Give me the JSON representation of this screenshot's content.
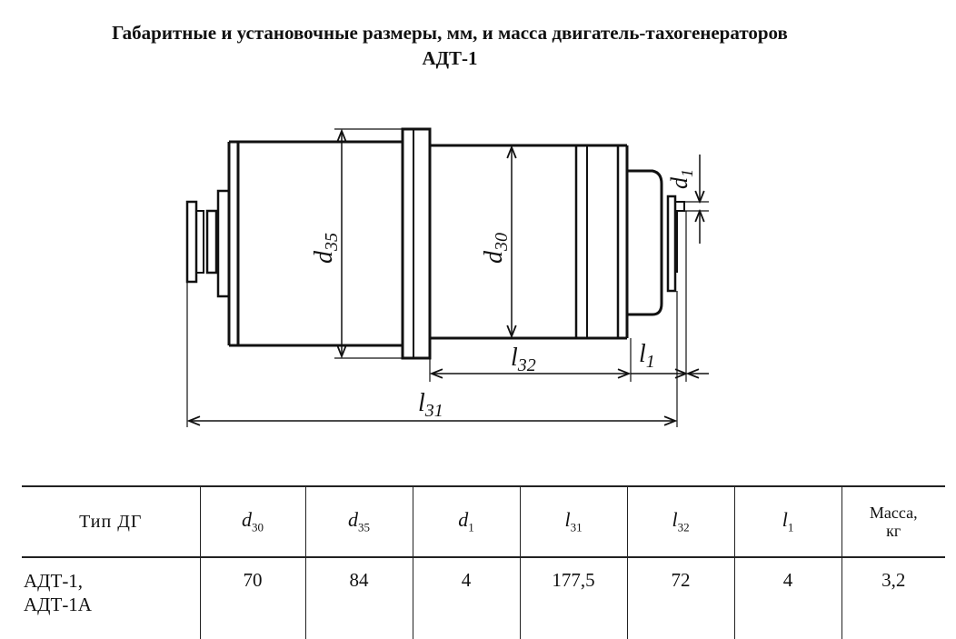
{
  "title": {
    "line1": "Габаритные и установочные размеры, мм, и масса двигатель-тахогенераторов",
    "line2": "АДТ-1"
  },
  "drawing": {
    "labels": {
      "d35": "d35",
      "d30": "d30",
      "d1": "d1",
      "l32": "l32",
      "l1": "l1",
      "l31": "l31"
    }
  },
  "table": {
    "headers": {
      "type": "Тип ДГ",
      "d30_base": "d",
      "d30_sub": "30",
      "d35_base": "d",
      "d35_sub": "35",
      "d1_base": "d",
      "d1_sub": "1",
      "l31_base": "l",
      "l31_sub": "31",
      "l32_base": "l",
      "l32_sub": "32",
      "l1_base": "l",
      "l1_sub": "1",
      "mass_line1": "Масса,",
      "mass_line2": "кг"
    },
    "rows": [
      {
        "type_line1": "АДТ-1,",
        "type_line2": "АДТ-1А",
        "d30": "70",
        "d35": "84",
        "d1": "4",
        "l31": "177,5",
        "l32": "72",
        "l1": "4",
        "mass": "3,2"
      }
    ]
  }
}
